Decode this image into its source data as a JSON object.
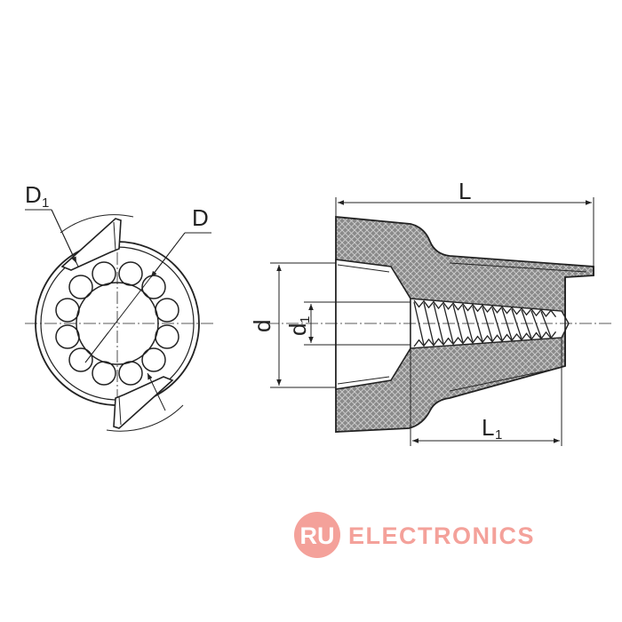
{
  "drawing": {
    "labels": {
      "D1_main": "D",
      "D1_sub": "1",
      "D": "D",
      "L": "L",
      "L1_main": "L",
      "L1_sub": "1",
      "d": "d",
      "d1_main": "d",
      "d1_sub": "1"
    }
  },
  "watermark": {
    "badge": "RU",
    "text": "ELECTRONICS",
    "color": "#f4a19a"
  }
}
